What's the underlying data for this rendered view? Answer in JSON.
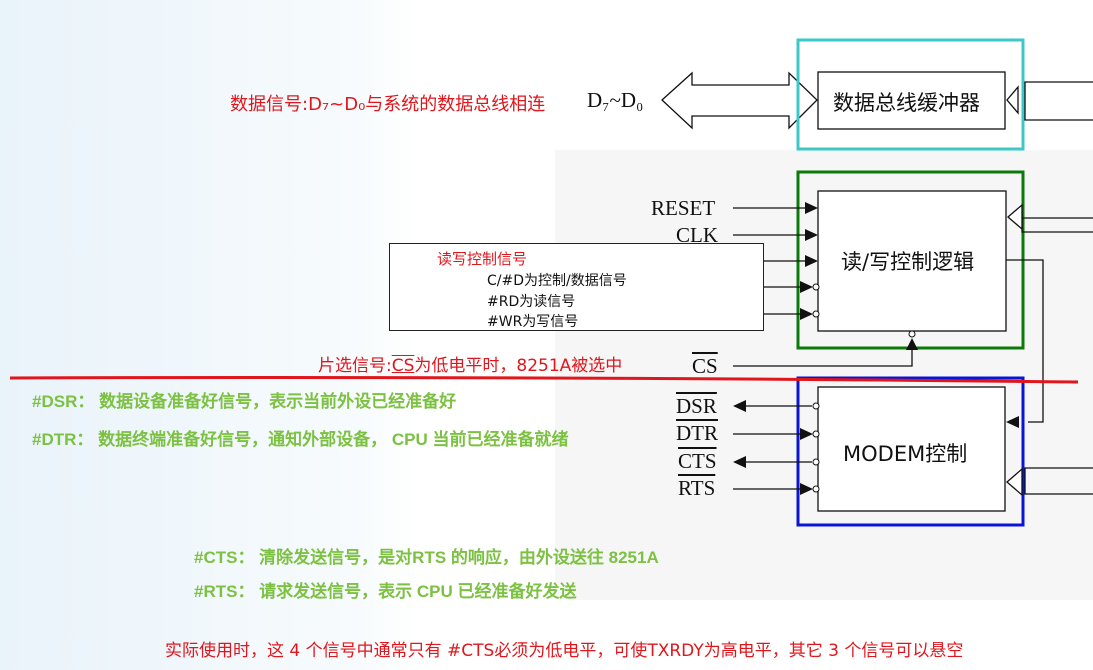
{
  "annotations": {
    "data_signal": "数据信号:D₇~D₀与系统的数据总线相连",
    "rw_title": "读写控制信号",
    "rw_cd": "C/#D为控制/数据信号",
    "rw_rd": "#RD为读信号",
    "rw_wr": "#WR为写信号",
    "cs_prefix": "片选信号:",
    "cs_word": "CS",
    "cs_suffix": "为低电平时，8251A被选中",
    "dsr": "#DSR： 数据设备准备好信号，表示当前外设已经准备好",
    "dtr": "#DTR： 数据终端准备好信号，通知外部设备， CPU 当前已经准备就绪",
    "cts": "#CTS： 清除发送信号，是对RTS 的响应，由外设送往 8251A",
    "rts": "#RTS： 请求发送信号，表示 CPU 已经准备好发送",
    "footer": "实际使用时，这 4 个信号中通常只有 #CTS必须为低电平，可使TXRDY为高电平，其它 3 个信号可以悬空"
  },
  "signals": {
    "d7d0": "D₇~D₀",
    "reset": "RESET",
    "clk": "CLK",
    "c": "C/",
    "d": "D",
    "rd": "RD",
    "wr": "WR",
    "cs": "CS",
    "dsr": "DSR",
    "dtr": "DTR",
    "cts": "CTS",
    "rts": "RTS"
  },
  "blocks": {
    "bus_buffer": "数据总线缓冲器",
    "rw_logic": "读/写控制逻辑",
    "modem": "MODEM控制"
  },
  "colors": {
    "annotation_red": "#e0161d",
    "annotation_green": "#7cc142",
    "cyan_box": "#3cc8c8",
    "green_box": "#0a7a0a",
    "blue_box": "#0a14d6"
  }
}
